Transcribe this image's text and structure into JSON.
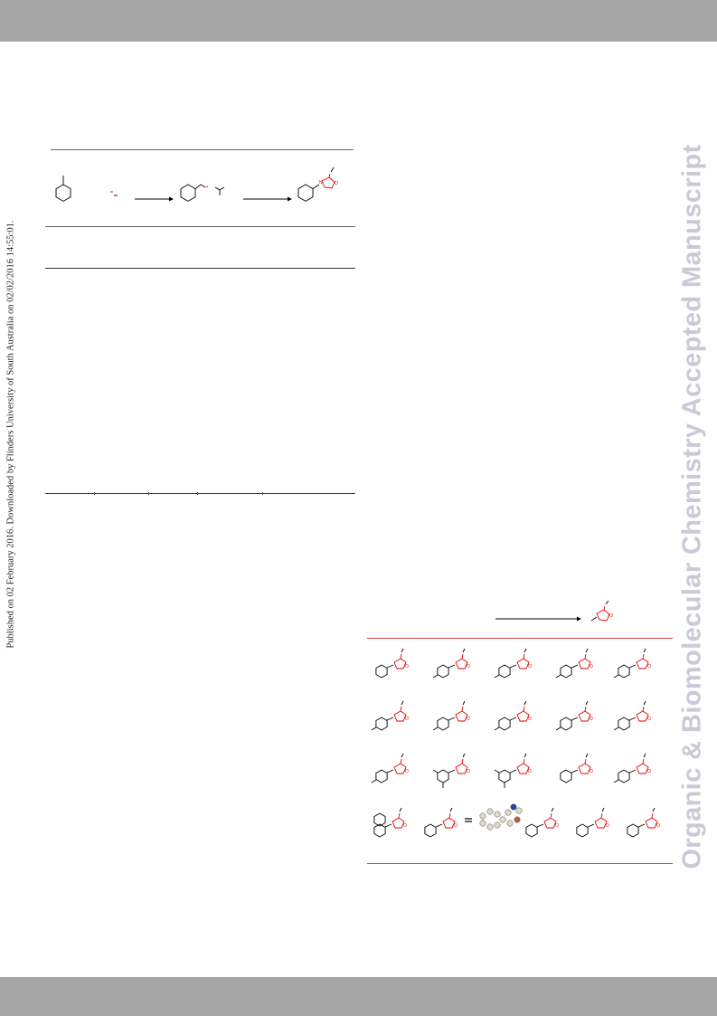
{
  "side_watermark": "Organic & Biomolecular Chemistry Accepted Manuscript",
  "left_notice": "Published on 02 February 2016. Downloaded by Flinders University of South Australia on 02/02/2016 14:55:01.",
  "colors": {
    "band": "#a6a6a6",
    "watermark": "#c9cad6",
    "product_red": "#e00000",
    "rule_red": "#d94040"
  },
  "scheme_top": {
    "structures": [
      "toluene",
      "reagent",
      "styrene-intermediate",
      "aryl-product"
    ]
  },
  "scheme_bottom": {
    "structures": [
      "phenyl-product",
      "p-tolyl-product",
      "p-substituted-product",
      "p-substituted-product-2",
      "m-tolyl-product",
      "o-substituted-product",
      "p-substituted-product-3",
      "o-substituted-product-2",
      "p-substituted-product-4",
      "m-substituted-product",
      "o-substituted-product-3",
      "dimethyl-product",
      "trimethyl-product",
      "benzyl-product",
      "p-substituted-product-5",
      "naphthyl-product",
      "phenyl-product-2",
      "crystal-structure",
      "pyridyl-product",
      "indolyl-product",
      "thienyl-product"
    ]
  }
}
